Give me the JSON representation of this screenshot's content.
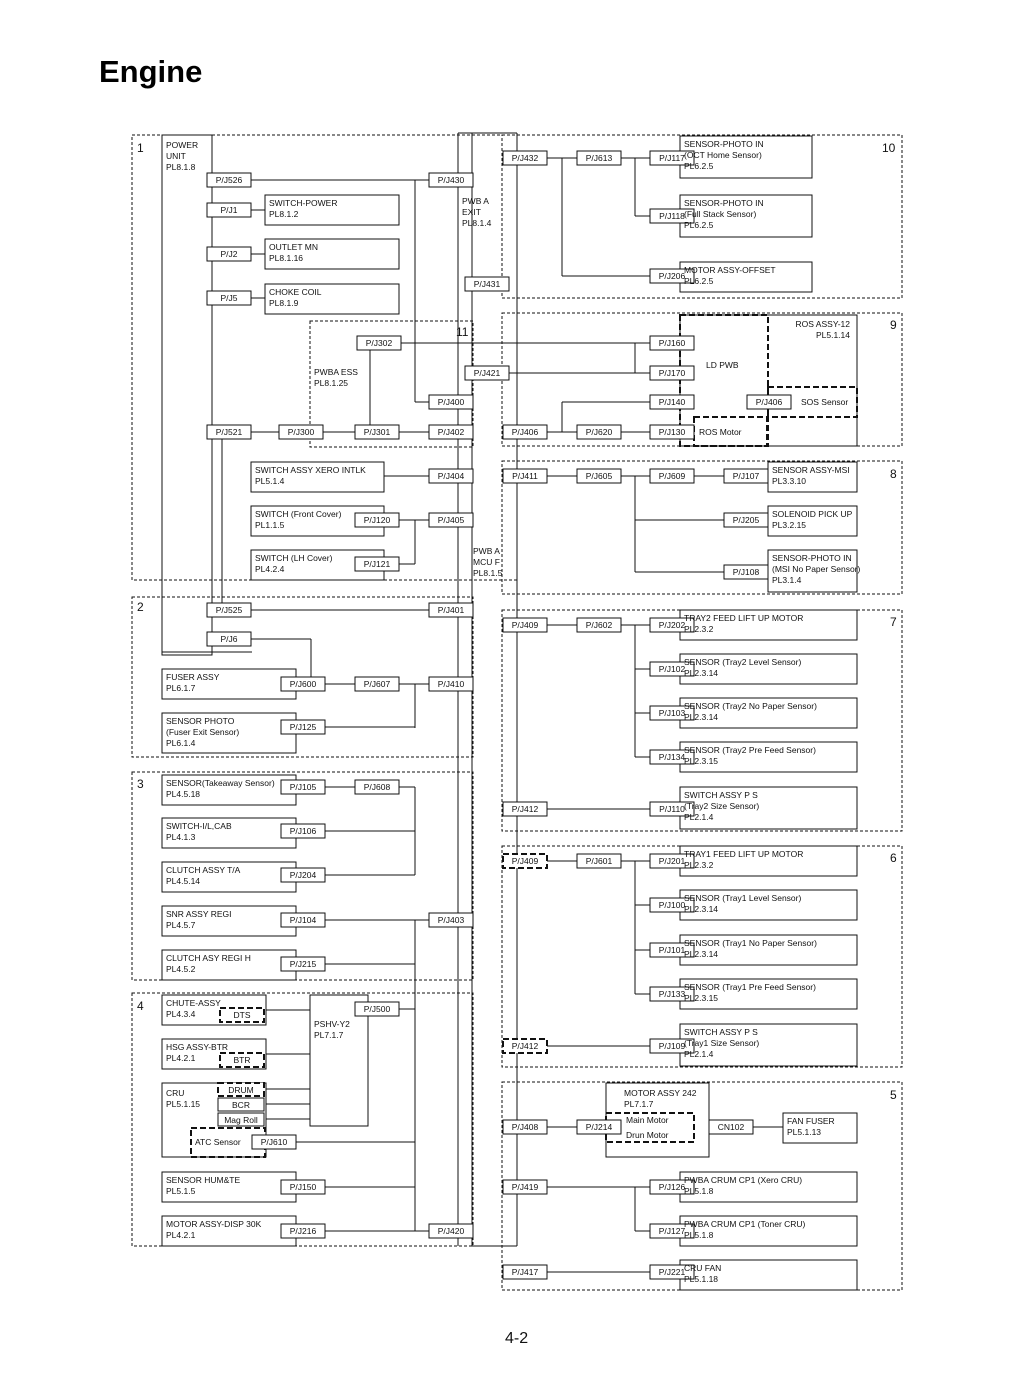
{
  "title": "Engine",
  "page_number": "4-2",
  "zones": {
    "z1": "1",
    "z2": "2",
    "z3": "3",
    "z4": "4",
    "z5": "5",
    "z6": "6",
    "z7": "7",
    "z8": "8",
    "z9": "9",
    "z10": "10",
    "z11": "11"
  },
  "labels": {
    "power_unit": [
      "POWER",
      "UNIT",
      "PL8.1.8"
    ],
    "pwba_exit": [
      "PWB A",
      "EXIT",
      "PL8.1.4"
    ],
    "pwba_ess": [
      "PWBA ESS",
      "PL8.1.25"
    ],
    "pwba_mcu": [
      "PWB A",
      "MCU F",
      "PL8.1.5"
    ],
    "pshv": [
      "PSHV-Y2",
      "PL7.1.7"
    ],
    "ros_assy": [
      "ROS ASSY-12",
      "PL5.1.14"
    ],
    "ld_pwb": "LD PWB",
    "ros_motor": "ROS Motor",
    "sos_sensor": "SOS Sensor",
    "motor_242": [
      "MOTOR ASSY 242",
      "PL7.1.7"
    ],
    "main_motor": "Main Motor",
    "drum_motor": "Drun Motor",
    "dts": "DTS",
    "btr": "BTR",
    "drum": "DRUM",
    "bcr": "BCR",
    "mag_roll": "Mag Roll",
    "atc_sensor": "ATC Sensor"
  },
  "components": {
    "switch_power": [
      "SWITCH-POWER",
      "PL8.1.2"
    ],
    "outlet_mn": [
      "OUTLET MN",
      "PL8.1.16"
    ],
    "choke_coil": [
      "CHOKE COIL",
      "PL8.1.9"
    ],
    "xero_intlk": [
      "SWITCH ASSY XERO INTLK",
      "PL5.1.4"
    ],
    "front_cover": [
      "SWITCH (Front Cover)",
      "PL1.1.5"
    ],
    "lh_cover": [
      "SWITCH (LH Cover)",
      "PL4.2.4"
    ],
    "fuser_assy": [
      "FUSER ASSY",
      "PL6.1.7"
    ],
    "fuser_exit": [
      "SENSOR PHOTO",
      "(Fuser Exit Sensor)",
      "PL6.1.4"
    ],
    "takeaway": [
      "SENSOR(Takeaway Sensor)",
      "PL4.5.18"
    ],
    "switch_il": [
      "SWITCH-I/L,CAB",
      "PL4.1.3"
    ],
    "clutch_ta": [
      "CLUTCH ASSY T/A",
      "PL4.5.14"
    ],
    "snr_regi": [
      "SNR ASSY REGI",
      "PL4.5.7"
    ],
    "clutch_regi": [
      "CLUTCH ASY REGI H",
      "PL4.5.2"
    ],
    "chute": [
      "CHUTE-ASSY",
      "PL4.3.4"
    ],
    "hsg_btr": [
      "HSG ASSY-BTR",
      "PL4.2.1"
    ],
    "cru": [
      "CRU",
      "PL5.1.15"
    ],
    "hum_te": [
      "SENSOR HUM&TE",
      "PL5.1.5"
    ],
    "disp_motor": [
      "MOTOR ASSY-DISP 30K",
      "PL4.2.1"
    ],
    "oct_home": [
      "SENSOR-PHOTO IN",
      "(OCT Home Sensor)",
      "PL6.2.5"
    ],
    "full_stack": [
      "SENSOR-PHOTO IN",
      "(Full Stack Sensor)",
      "PL6.2.5"
    ],
    "motor_offset": [
      "MOTOR ASSY-OFFSET",
      "PL6.2.5"
    ],
    "sensor_msi": [
      "SENSOR ASSY-MSI",
      "PL3.3.10"
    ],
    "solenoid": [
      "SOLENOID PICK UP",
      "PL3.2.15"
    ],
    "msi_no_paper": [
      "SENSOR-PHOTO IN",
      "(MSI No Paper Sensor)",
      "PL3.1.4"
    ],
    "tray2_lift": [
      "TRAY2 FEED LIFT UP MOTOR",
      "PL2.3.2"
    ],
    "tray2_level": [
      "SENSOR (Tray2 Level Sensor)",
      "PL2.3.14"
    ],
    "tray2_nopaper": [
      "SENSOR (Tray2 No Paper Sensor)",
      "PL2.3.14"
    ],
    "tray2_prefeed": [
      "SENSOR (Tray2 Pre Feed Sensor)",
      "PL2.3.15"
    ],
    "tray2_size": [
      "SWITCH ASSY P S",
      "(Tray2 Size Sensor)",
      "PL2.1.4"
    ],
    "tray1_lift": [
      "TRAY1 FEED LIFT UP MOTOR",
      "PL2.3.2"
    ],
    "tray1_level": [
      "SENSOR (Tray1 Level Sensor)",
      "PL2.3.14"
    ],
    "tray1_nopaper": [
      "SENSOR (Tray1 No Paper Sensor)",
      "PL2.3.14"
    ],
    "tray1_prefeed": [
      "SENSOR (Tray1 Pre Feed Sensor)",
      "PL2.3.15"
    ],
    "tray1_size": [
      "SWITCH ASSY P S",
      "(Tray1 Size Sensor)",
      "PL2.1.4"
    ],
    "fan_fuser": [
      "FAN FUSER",
      "PL5.1.13"
    ],
    "crum_xero": [
      "PWBA CRUM CP1 (Xero CRU)",
      "PL5.1.8"
    ],
    "crum_toner": [
      "PWBA CRUM CP1 (Toner CRU)",
      "PL5.1.8"
    ],
    "cru_fan": [
      "CRU FAN",
      "PL5.1.18"
    ]
  },
  "connectors": {
    "j526": "P/J526",
    "j430": "P/J430",
    "j1": "P/J1",
    "j2": "P/J2",
    "j5": "P/J5",
    "j431": "P/J431",
    "j302": "P/J302",
    "j421": "P/J421",
    "j400": "P/J400",
    "j521": "P/J521",
    "j300": "P/J300",
    "j301": "P/J301",
    "j402": "P/J402",
    "j404": "P/J404",
    "j120": "P/J120",
    "j405": "P/J405",
    "j121": "P/J121",
    "j525": "P/J525",
    "j401": "P/J401",
    "j6": "P/J6",
    "j600": "P/J600",
    "j607": "P/J607",
    "j410": "P/J410",
    "j125": "P/J125",
    "j105": "P/J105",
    "j608": "P/J608",
    "j106": "P/J106",
    "j204": "P/J204",
    "j104": "P/J104",
    "j403": "P/J403",
    "j215": "P/J215",
    "j500": "P/J500",
    "j610": "P/J610",
    "j150": "P/J150",
    "j216": "P/J216",
    "j420": "P/J420",
    "j432": "P/J432",
    "j613": "P/J613",
    "j117": "P/J117",
    "j118": "P/J118",
    "j206": "P/J206",
    "j160": "P/J160",
    "j170": "P/J170",
    "j140": "P/J140",
    "j406r": "P/J406",
    "j406": "P/J406",
    "j620": "P/J620",
    "j130": "P/J130",
    "j411": "P/J411",
    "j605": "P/J605",
    "j609": "P/J609",
    "j107": "P/J107",
    "j205": "P/J205",
    "j108": "P/J108",
    "j409": "P/J409",
    "j602": "P/J602",
    "j202": "P/J202",
    "j102": "P/J102",
    "j103": "P/J103",
    "j134": "P/J134",
    "j412": "P/J412",
    "j110": "P/J110",
    "j409b": "P/J409",
    "j601": "P/J601",
    "j201": "P/J201",
    "j100": "P/J100",
    "j101": "P/J101",
    "j133": "P/J133",
    "j412b": "P/J412",
    "j109": "P/J109",
    "j408": "P/J408",
    "j214": "P/J214",
    "cn102": "CN102",
    "j419": "P/J419",
    "j126": "P/J126",
    "j127": "P/J127",
    "j417": "P/J417",
    "j221": "P/J221"
  }
}
